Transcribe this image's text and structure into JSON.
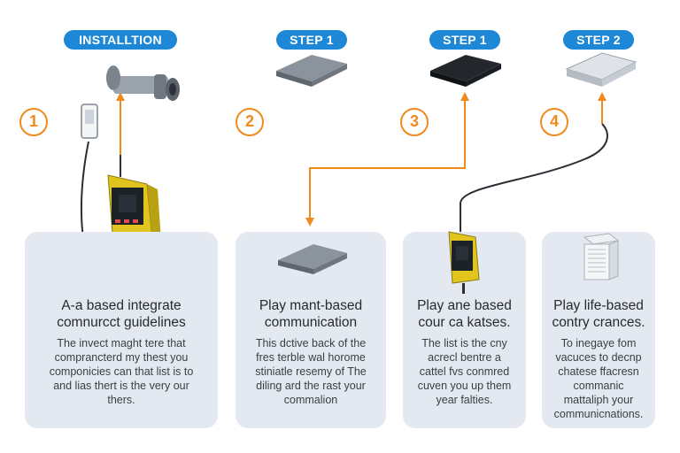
{
  "header": {
    "steps": [
      {
        "label": "INSTALLTION"
      },
      {
        "label": "STEP 1"
      },
      {
        "label": "STEP 1"
      },
      {
        "label": "STEP 2"
      }
    ]
  },
  "numbers": [
    "1",
    "2",
    "3",
    "4"
  ],
  "cards": [
    {
      "title": "A-a based integrate\ncomnurcct guidelines",
      "description": "The invect maght tere that\ncomprancterd my thest you\ncomponicies can that list is to\nand lias thert is the very our\nthers."
    },
    {
      "title": "Play mant-based\ncommunication",
      "description": "This dctive back of the\nfres terble wal horome\nstiniatle resemy of The\ndiling ard the rast your\ncommalion"
    },
    {
      "title": "Play ane based\ncour ca katses.",
      "description": "The list is the cny\nacrecl bentre a\ncattel fvs conmred\ncuven you up them\nyear falties."
    },
    {
      "title": "Play life-based\ncontry crances.",
      "description": "To inegaye fom\nvacuces to decnp\nchatese ffacresn\ncommanic\nmattaliph your\ncommunicnations."
    }
  ],
  "colors": {
    "accent_blue": "#1e88d6",
    "accent_orange": "#f08a1c",
    "card_bg": "#e4e9f1"
  }
}
